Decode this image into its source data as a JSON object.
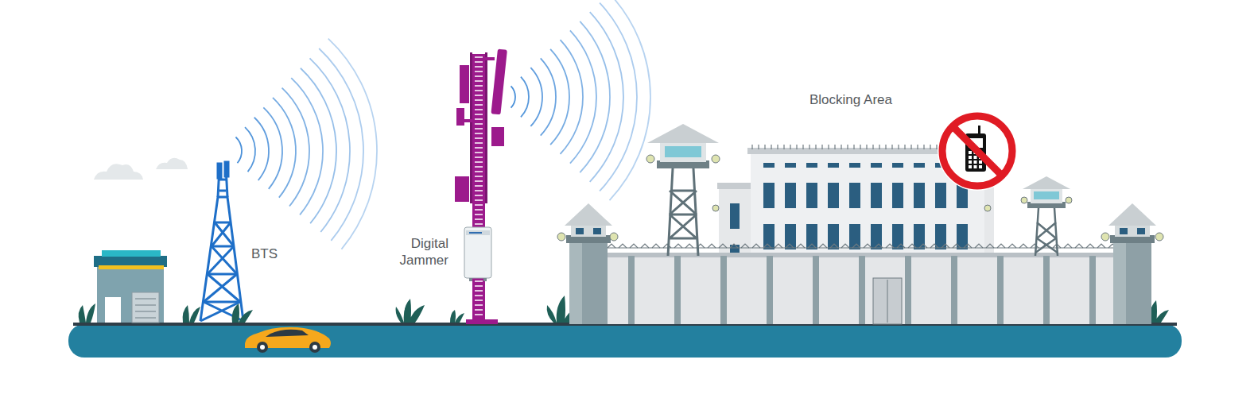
{
  "diagram": {
    "labels": [
      "BTS",
      "Digital Jammer",
      "Blocking Area"
    ]
  }
}
